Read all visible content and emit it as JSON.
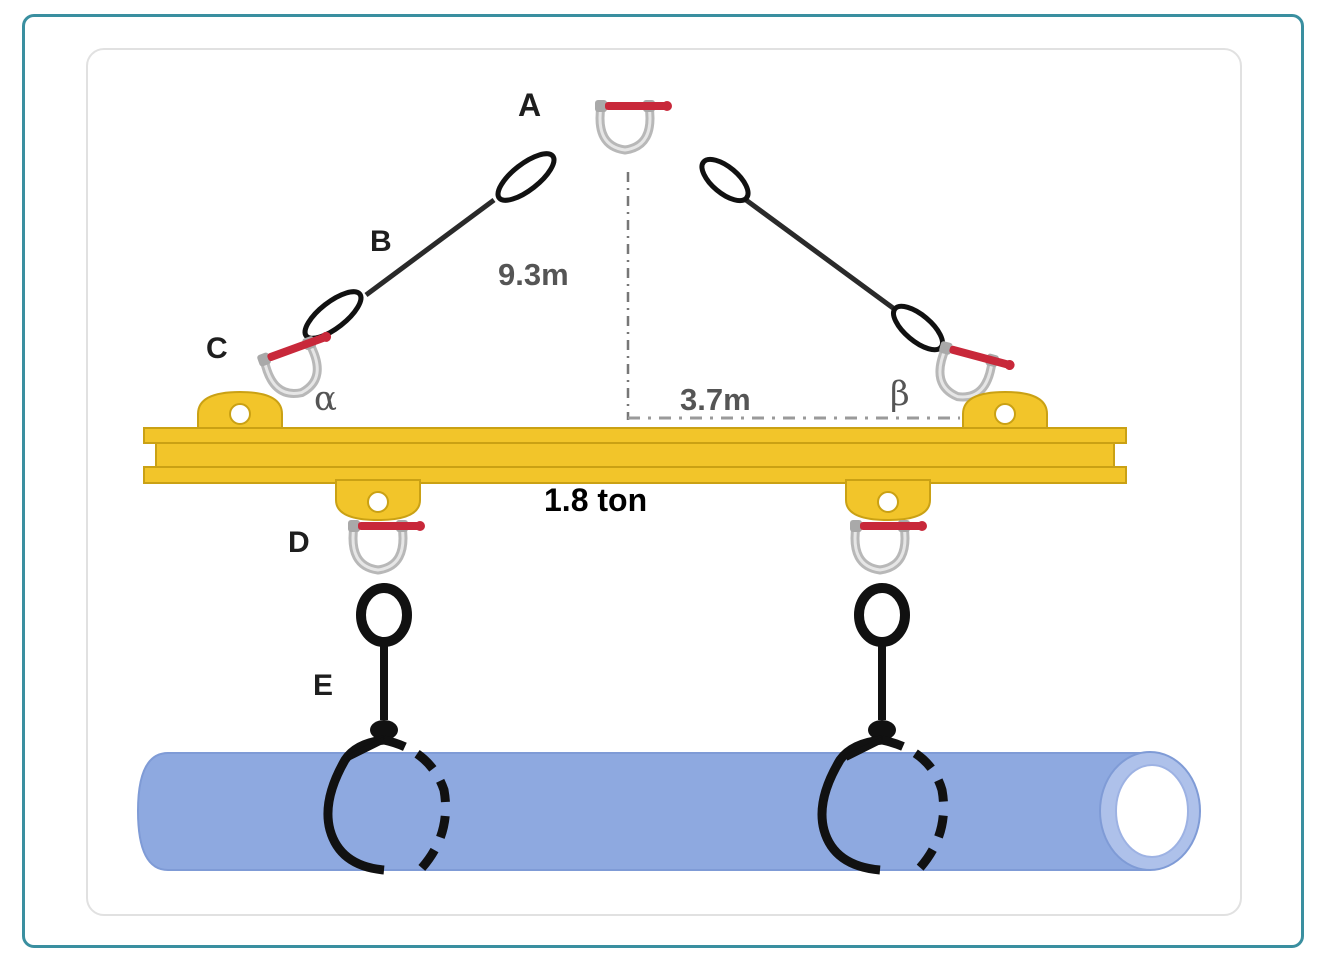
{
  "labels": {
    "a": "A",
    "b": "B",
    "c": "C",
    "d": "D",
    "e": "E"
  },
  "dimensions": {
    "height": "9.3m",
    "half_span": "3.7m"
  },
  "angles": {
    "left": "α",
    "right": "β"
  },
  "load": "1.8 ton",
  "colors": {
    "frame_border": "#3a8fa0",
    "beam": "#f2c52a",
    "beam_outline": "#caa114",
    "pipe": "#8ea9e0",
    "shackle_pin": "#c8283a",
    "shackle_body": "#b8b8b8"
  }
}
